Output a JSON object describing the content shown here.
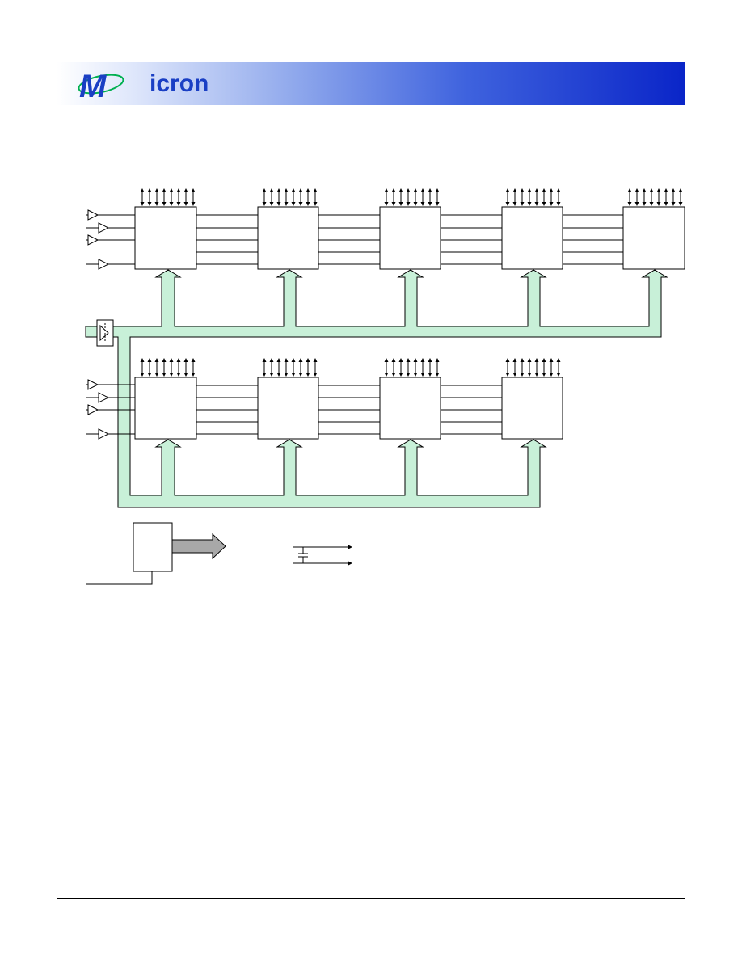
{
  "header": {
    "logo_text": "icron",
    "brand_color": "#1a3fc4",
    "gradient_end": "#0a25c8"
  },
  "diagram": {
    "bus_fill": "#c8f0d8",
    "bus_stroke": "#000000",
    "output_arrow_fill": "#a8a8a8",
    "rows": [
      {
        "name": "top-row",
        "block_count": 5,
        "dq_arrows_per_block": 8,
        "links_between_blocks": 5
      },
      {
        "name": "bottom-row",
        "block_count": 4,
        "dq_arrows_per_block": 8,
        "links_between_blocks": 5
      }
    ]
  }
}
